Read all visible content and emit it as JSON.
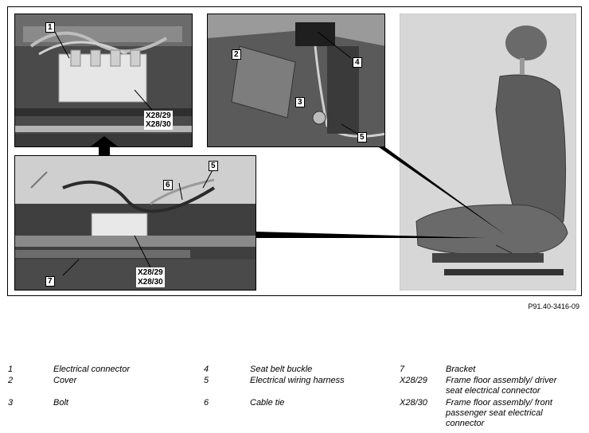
{
  "reference_code": "P91.40-3416-09",
  "callouts": {
    "c1": "1",
    "c2": "2",
    "c3": "3",
    "c4": "4",
    "c5a": "5",
    "c5b": "5",
    "c6": "6",
    "c7": "7"
  },
  "connector_labels": {
    "top_left_a": "X28/29",
    "top_left_b": "X28/30",
    "bottom_left_a": "X28/29",
    "bottom_left_b": "X28/30"
  },
  "legend": [
    {
      "num": "1",
      "text": "Electrical connector"
    },
    {
      "num": "2",
      "text": "Cover"
    },
    {
      "num": "3",
      "text": "Bolt"
    },
    {
      "num": "4",
      "text": "Seat belt buckle"
    },
    {
      "num": "5",
      "text": "Electrical wiring harness"
    },
    {
      "num": "6",
      "text": "Cable tie"
    },
    {
      "num": "7",
      "text": "Bracket"
    },
    {
      "num": "X28/29",
      "text_line1": "Frame floor assembly/ driver",
      "text_line2": "seat electrical connector"
    },
    {
      "num": "X28/30",
      "text_line1": "Frame floor assembly/ front",
      "text_line2": "passenger seat electrical",
      "text_line3": "connector"
    }
  ]
}
